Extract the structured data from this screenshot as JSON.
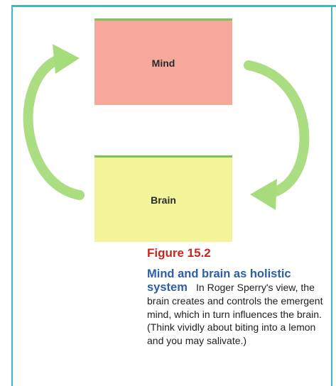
{
  "diagram": {
    "nodes": {
      "mind": "Mind",
      "brain": "Brain"
    },
    "edges": [
      {
        "from": "mind",
        "to": "brain",
        "side": "right"
      },
      {
        "from": "brain",
        "to": "mind",
        "side": "left"
      }
    ],
    "colors": {
      "mind_fill": "#f6a89a",
      "brain_fill": "#f3f39a",
      "arrow": "#a7dc7c",
      "frame": "#3fb5cf",
      "figure_number": "#c8261f",
      "caption_title": "#2c5fa8"
    }
  },
  "caption": {
    "figure_number": "Figure 15.2",
    "title": "Mind and brain as holistic system",
    "body": "In Roger Sperry's view, the brain creates and controls the emergent mind, which in turn influences the brain. (Think vividly about biting into a lemon and you may salivate.)"
  }
}
